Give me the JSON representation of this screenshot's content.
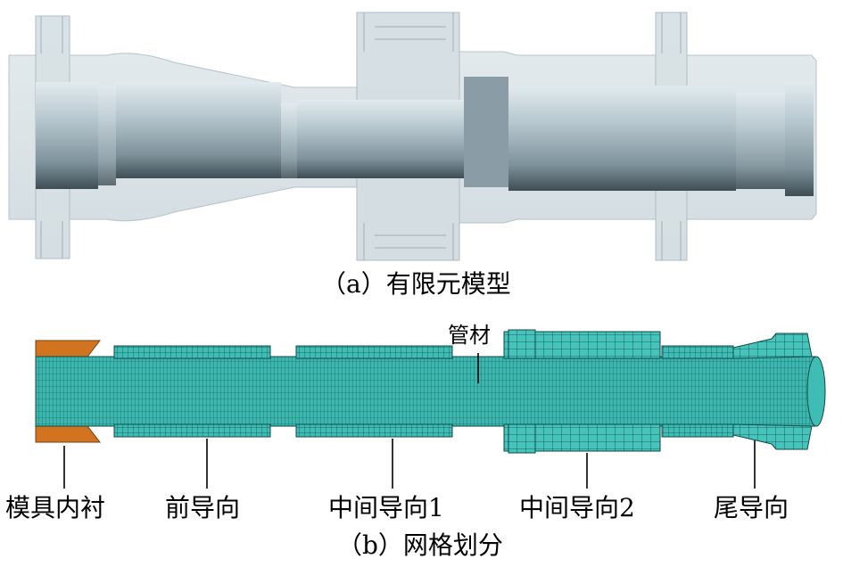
{
  "captions": {
    "a": "（a）有限元模型",
    "b": "（b）网格划分"
  },
  "labels": {
    "pipe": "管材",
    "die_liner": "模具内衬",
    "front_guide": "前导向",
    "middle_guide_1": "中间导向1",
    "middle_guide_2": "中间导向2",
    "tail_guide": "尾导向"
  },
  "colors": {
    "model_gray": "#c6d3d8",
    "model_dark": "#5a6c76",
    "mesh_teal": "#3fbdb5",
    "mesh_line": "#0f4a46",
    "liner_orange": "#d2741f"
  }
}
